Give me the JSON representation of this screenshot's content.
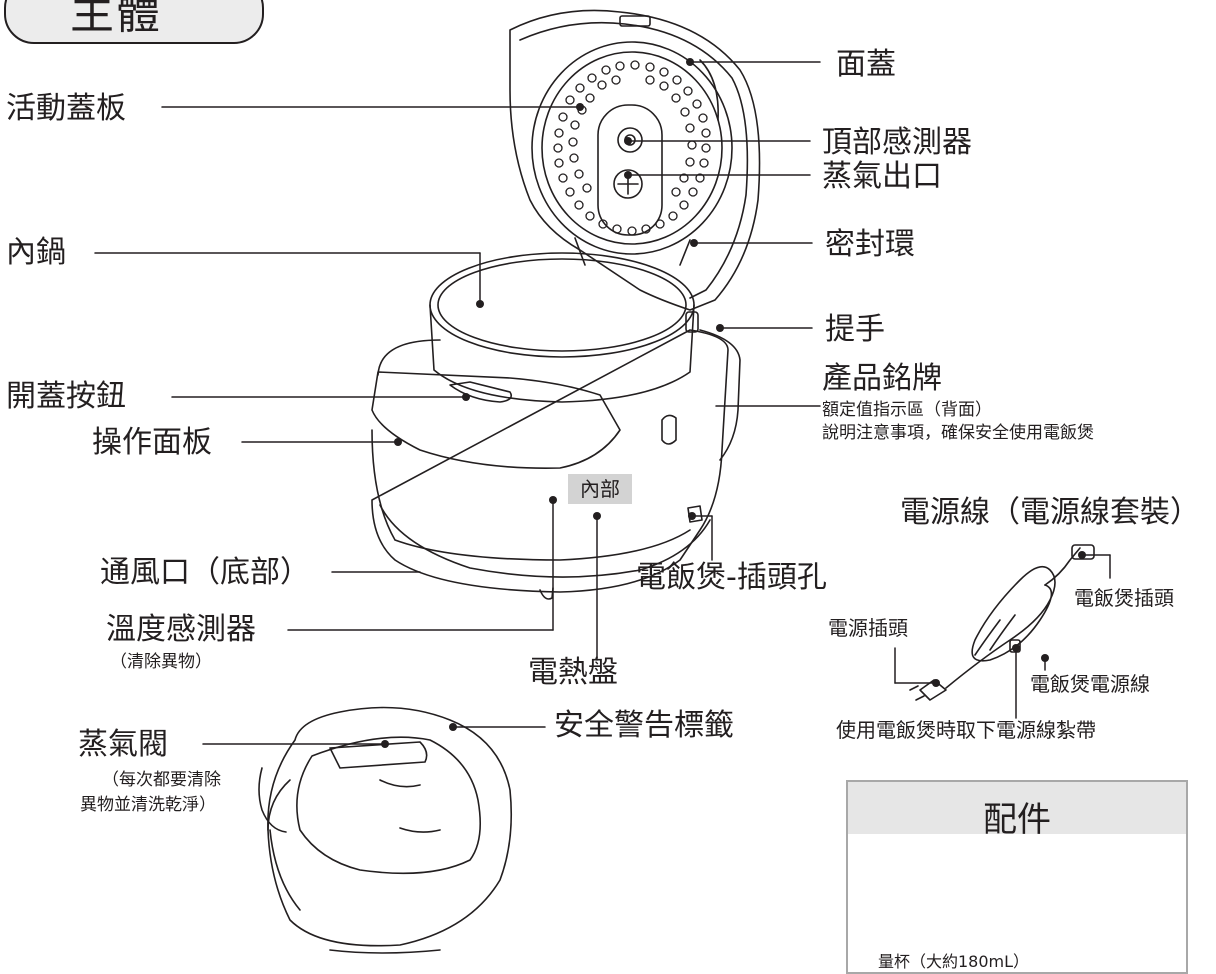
{
  "section_title": "主體",
  "labels": {
    "lid_cover": "面蓋",
    "movable_lid_plate": "活動蓋板",
    "top_sensor": "頂部感測器",
    "steam_outlet": "蒸氣出口",
    "inner_pot": "內鍋",
    "seal_ring": "密封環",
    "handle": "提手",
    "lid_open_button": "開蓋按鈕",
    "nameplate": "產品銘牌",
    "nameplate_note1": "額定值指示區（背面）",
    "nameplate_note2": "說明注意事項，確保安全使用電飯煲",
    "control_panel": "操作面板",
    "inner_tag": "內部",
    "power_cord_set": "電源線（電源線套裝）",
    "vent": "通風口（底部）",
    "appliance_socket": "電飯煲-插頭孔",
    "appliance_plug": "電飯煲插頭",
    "temp_sensor": "溫度感測器",
    "temp_sensor_note": "（清除異物）",
    "power_plug": "電源插頭",
    "heating_plate": "電熱盤",
    "cooker_power_cord": "電飯煲電源線",
    "steam_valve": "蒸氣閥",
    "steam_valve_note1": "（每次都要清除",
    "steam_valve_note2": "異物並清洗乾淨）",
    "safety_label": "安全警告標籤",
    "cord_tie": "使用電飯煲時取下電源線紮帶"
  },
  "accessories": {
    "title": "配件",
    "cup_caption": "量杯（大約180mL）"
  }
}
